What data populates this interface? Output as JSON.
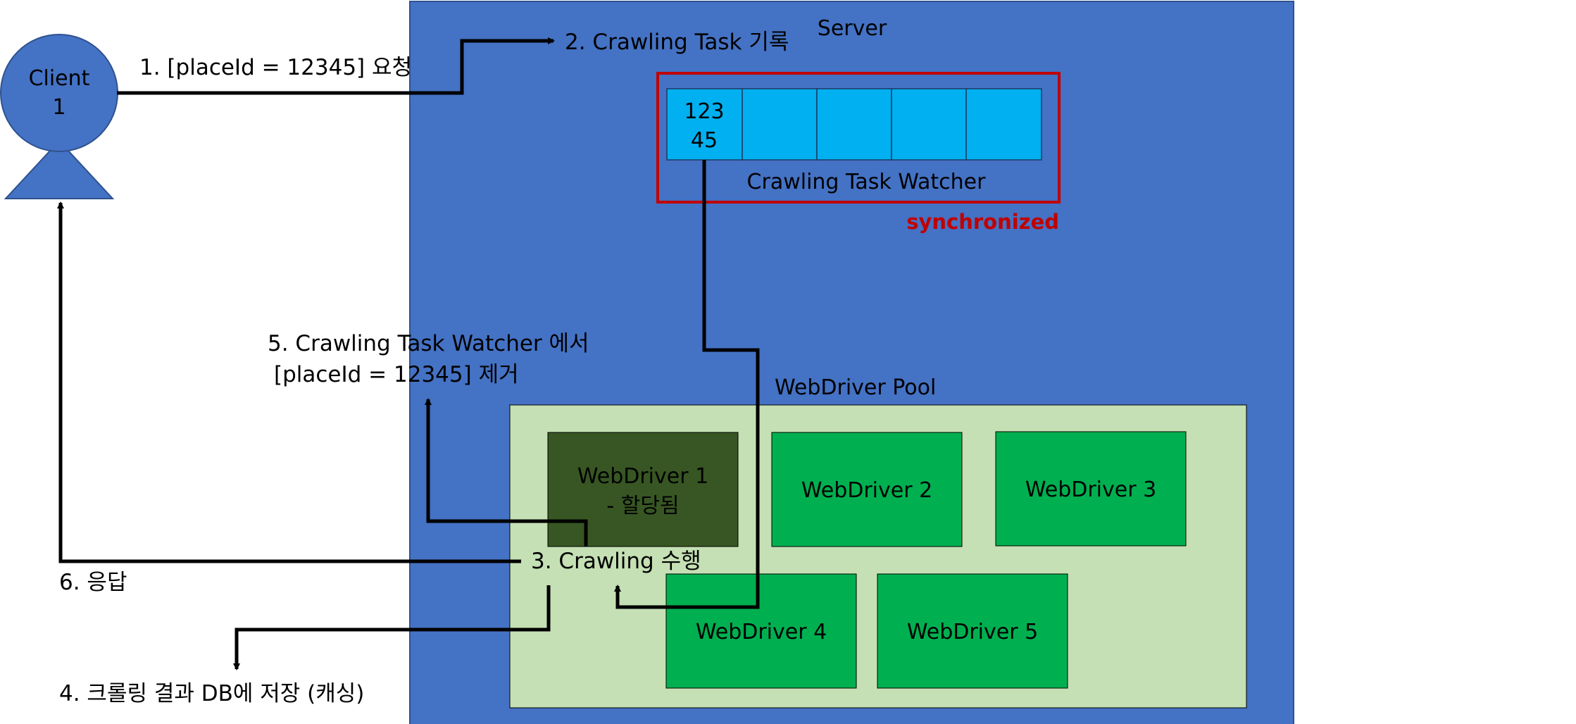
{
  "colors": {
    "server": "#4472C4",
    "queue_cell": "#00B0F0",
    "watcher_border": "#C00000",
    "synchronized": "#C00000",
    "pool": "#C5E0B4",
    "driver": "#00B050",
    "driver_assigned": "#375623",
    "line": "#000000"
  },
  "client": {
    "line1": "Client",
    "line2": "1"
  },
  "server": {
    "title": "Server"
  },
  "watcher": {
    "label": "Crawling Task Watcher",
    "first_cell_line1": "123",
    "first_cell_line2": "45",
    "sync_label": "synchronized"
  },
  "pool": {
    "title": "WebDriver Pool",
    "driver1_line1": "WebDriver 1",
    "driver1_line2": "- 할당됨",
    "driver2": "WebDriver 2",
    "driver3": "WebDriver 3",
    "driver4": "WebDriver 4",
    "driver5": "WebDriver 5"
  },
  "steps": {
    "step1": "1. [placeId = 12345] 요청",
    "step2": "2. Crawling Task 기록",
    "step3": "3. Crawling 수행",
    "step4": "4. 크롤링 결과 DB에 저장 (캐싱)",
    "step5_line1": "5. Crawling Task Watcher 에서",
    "step5_line2": "[placeId = 12345] 제거",
    "step6": "6. 응답"
  }
}
